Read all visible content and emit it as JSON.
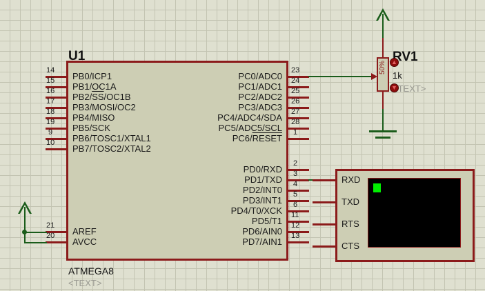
{
  "app": {
    "title": "Proteus ISIS schematic capture",
    "background_color": "#dfe0d0",
    "grid_color": "#c3c4b2",
    "wire_red": "#8b1a1a",
    "wire_green": "#1a5c1a",
    "body_fill": "#cdceb4",
    "text_placeholder_color": "#9a9a92"
  },
  "ic": {
    "reference": "U1",
    "part_name": "ATMEGA8",
    "annotation": "<TEXT>",
    "left_pins": [
      {
        "number": "14",
        "label": "PB0/ICP1"
      },
      {
        "number": "15",
        "label": "PB1/OC1A"
      },
      {
        "number": "16",
        "label": "PB2/SS/OC1B"
      },
      {
        "number": "17",
        "label": "PB3/MOSI/OC2"
      },
      {
        "number": "18",
        "label": "PB4/MISO"
      },
      {
        "number": "19",
        "label": "PB5/SCK"
      },
      {
        "number": "9",
        "label": "PB6/TOSC1/XTAL1"
      },
      {
        "number": "10",
        "label": "PB7/TOSC2/XTAL2"
      }
    ],
    "left_pins_lower": [
      {
        "number": "21",
        "label": "AREF"
      },
      {
        "number": "20",
        "label": "AVCC"
      }
    ],
    "right_pins_portc": [
      {
        "number": "23",
        "label": "PC0/ADC0"
      },
      {
        "number": "24",
        "label": "PC1/ADC1"
      },
      {
        "number": "25",
        "label": "PC2/ADC2"
      },
      {
        "number": "26",
        "label": "PC3/ADC3"
      },
      {
        "number": "27",
        "label": "PC4/ADC4/SDA"
      },
      {
        "number": "28",
        "label": "PC5/ADC5/SCL"
      },
      {
        "number": "1",
        "label": "PC6/RESET"
      }
    ],
    "right_pins_portd": [
      {
        "number": "2",
        "label": "PD0/RXD"
      },
      {
        "number": "3",
        "label": "PD1/TXD"
      },
      {
        "number": "4",
        "label": "PD2/INT0"
      },
      {
        "number": "5",
        "label": "PD3/INT1"
      },
      {
        "number": "6",
        "label": "PD4/T0/XCK"
      },
      {
        "number": "11",
        "label": "PD5/T1"
      },
      {
        "number": "12",
        "label": "PD6/AIN0"
      },
      {
        "number": "13",
        "label": "PD7/AIN1"
      }
    ]
  },
  "potentiometer": {
    "reference": "RV1",
    "value": "1k",
    "annotation": "<TEXT>",
    "wiper_percent": "50%",
    "increase_button": "▲",
    "decrease_button": "▼"
  },
  "terminal": {
    "pins": [
      "RXD",
      "TXD",
      "RTS",
      "CTS"
    ],
    "screen_text": "",
    "cursor_color": "#00ee00"
  },
  "symbols": {
    "power_left": "power-rail",
    "power_top": "power-rail",
    "ground": "ground-rail"
  }
}
